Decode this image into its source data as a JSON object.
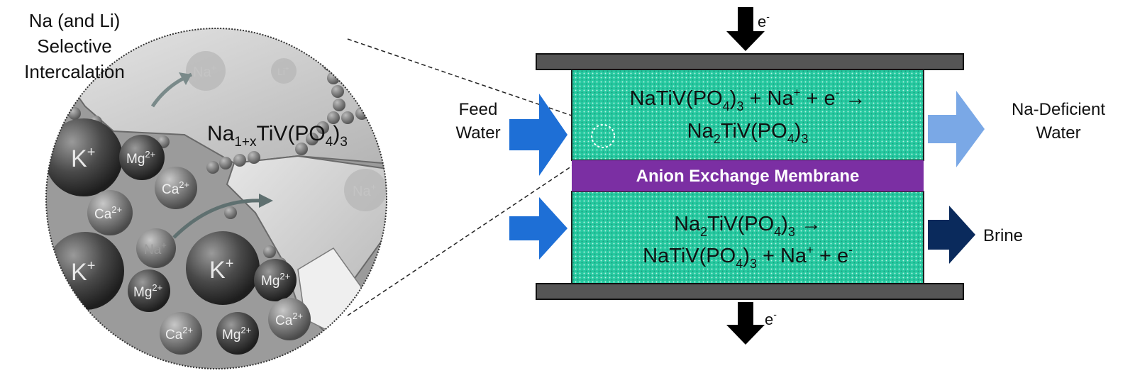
{
  "zoom_view": {
    "title_lines": [
      "Na (and Li)",
      "Selective",
      "Intercalation"
    ],
    "compound": {
      "base": "Na",
      "sub1": "1+x",
      "mid": "TiV(PO",
      "sub2": "4",
      "tail": ")",
      "sub3": "3"
    },
    "ions": {
      "k": "K",
      "k_charge": "+",
      "mg": "Mg",
      "mg_charge": "2+",
      "ca": "Ca",
      "ca_charge": "2+",
      "na": "Na",
      "na_charge": "+",
      "li": "Li",
      "li_charge": "+"
    }
  },
  "cell": {
    "electron_in": {
      "sym": "e",
      "sup": "-"
    },
    "electron_out": {
      "sym": "e",
      "sup": "-"
    },
    "membrane_label": "Anion Exchange Membrane",
    "top_reaction": {
      "line1": {
        "a": "NaTiV(PO",
        "s1": "4",
        "b": ")",
        "s2": "3",
        "c": " + Na",
        "p1": "+",
        "d": " + e",
        "p2": "-",
        "arrow": " →"
      },
      "line2": {
        "a": "Na",
        "s1": "2",
        "b": "TiV(PO",
        "s2": "4",
        "c": ")",
        "s3": "3"
      }
    },
    "bottom_reaction": {
      "line1": {
        "a": "Na",
        "s1": "2",
        "b": "TiV(PO",
        "s2": "4",
        "c": ")",
        "s3": "3",
        "arrow": " →"
      },
      "line2": {
        "a": "NaTiV(PO",
        "s1": "4",
        "b": ")",
        "s2": "3",
        "c": " + Na",
        "p1": "+",
        "d": " + e",
        "p2": "-"
      }
    },
    "inlet_label_lines": [
      "Feed",
      "Water"
    ],
    "outlet_top_label_lines": [
      "Na-Deficient",
      "Water"
    ],
    "outlet_bottom_label": "Brine"
  },
  "colors": {
    "electrolyte": "#26c9a0",
    "electrolyte_dots": "#bff3e4",
    "membrane": "#7b2fa3",
    "plate": "#555555",
    "feed_arrow": "#1e6fd6",
    "deficient_arrow": "#7aa8e6",
    "brine_arrow": "#0a2a5c"
  }
}
